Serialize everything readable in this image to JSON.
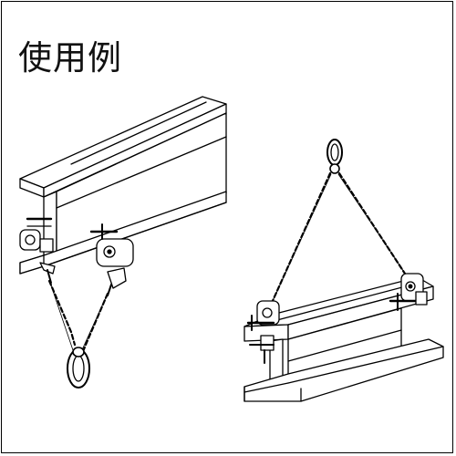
{
  "title": "使用例",
  "figures": [
    {
      "id": "hanging-beam",
      "icon": "i-beam-with-hanging-chain-clamps"
    },
    {
      "id": "lifting-beam",
      "icon": "i-beam-lifted-by-clamps-and-chains"
    }
  ],
  "colors": {
    "line": "#000000",
    "background": "#ffffff",
    "frame": "#000000"
  }
}
